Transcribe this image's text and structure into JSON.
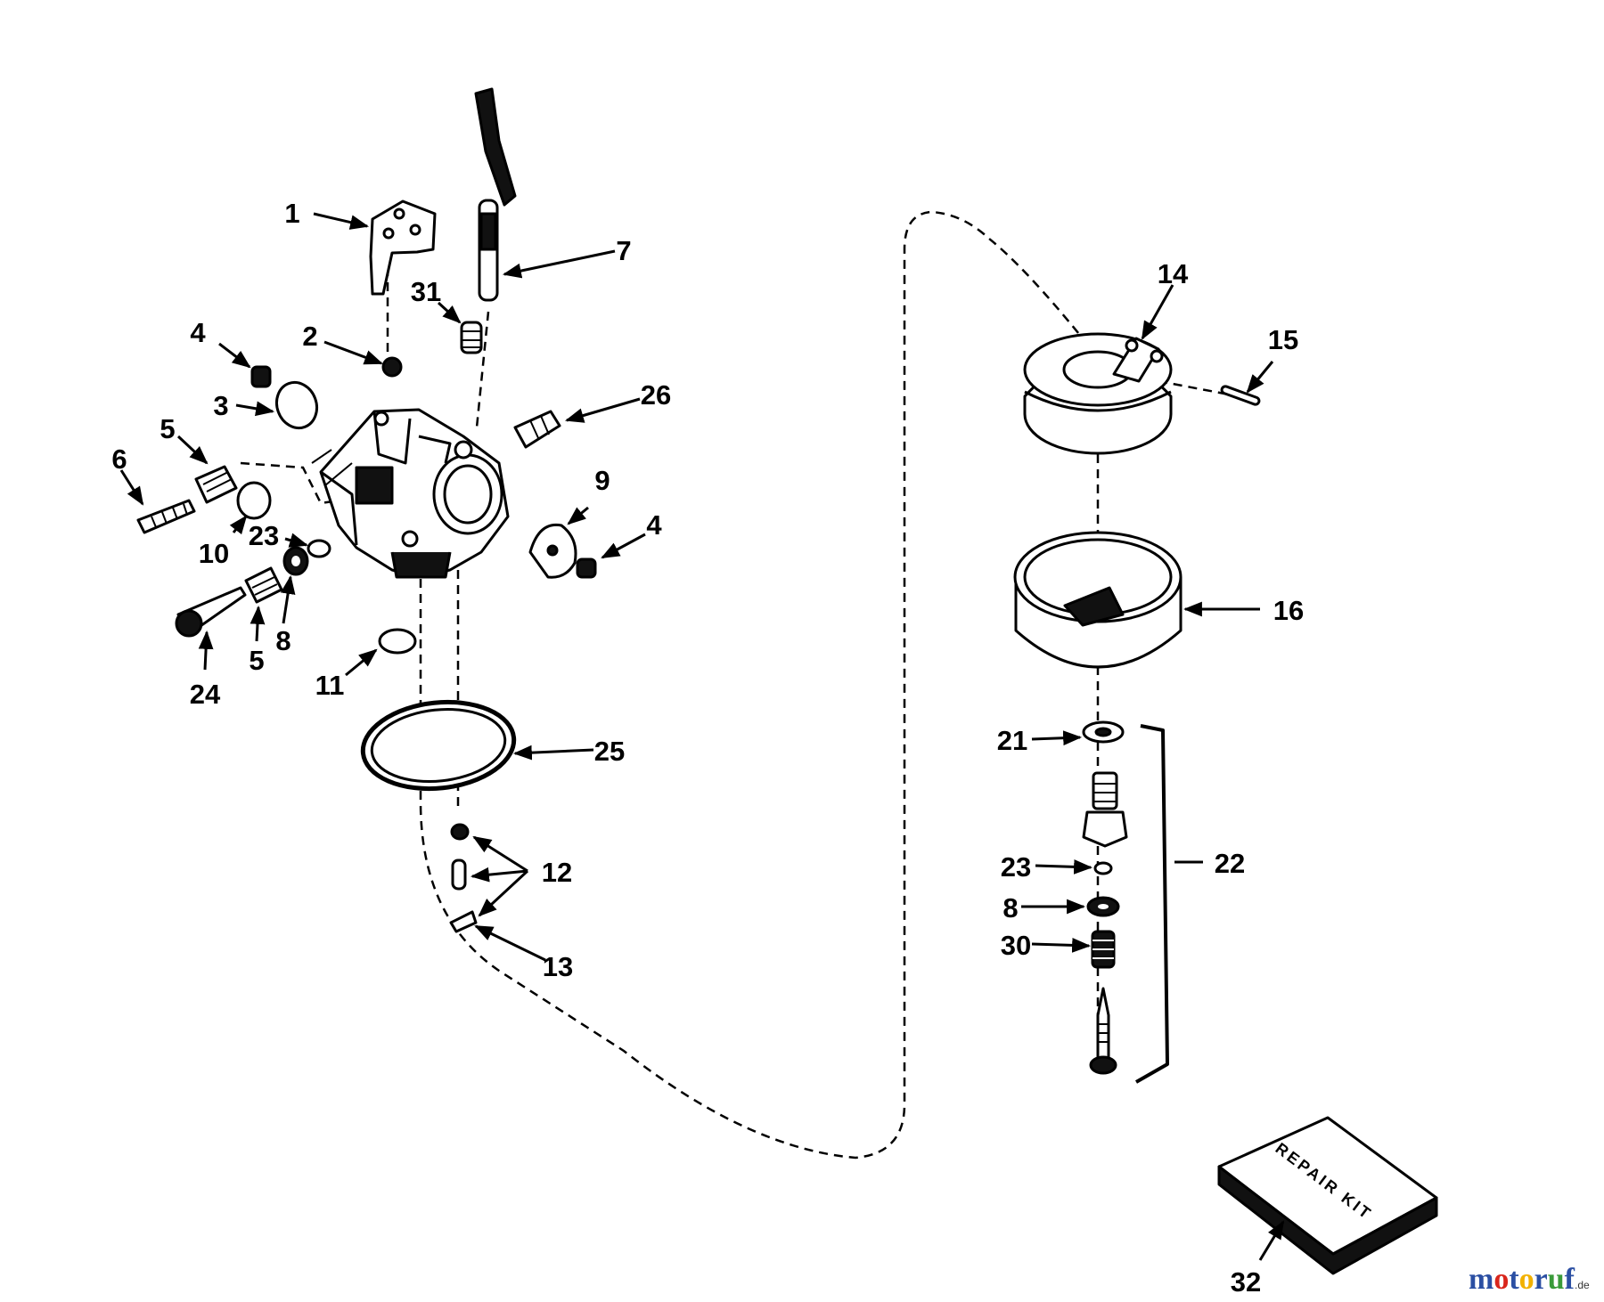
{
  "callouts": [
    {
      "id": "1",
      "text": "1"
    },
    {
      "id": "2",
      "text": "2"
    },
    {
      "id": "3",
      "text": "3"
    },
    {
      "id": "4a",
      "text": "4"
    },
    {
      "id": "4b",
      "text": "4"
    },
    {
      "id": "5a",
      "text": "5"
    },
    {
      "id": "5b",
      "text": "5"
    },
    {
      "id": "6",
      "text": "6"
    },
    {
      "id": "7",
      "text": "7"
    },
    {
      "id": "8a",
      "text": "8"
    },
    {
      "id": "8b",
      "text": "8"
    },
    {
      "id": "9",
      "text": "9"
    },
    {
      "id": "10",
      "text": "10"
    },
    {
      "id": "11",
      "text": "11"
    },
    {
      "id": "12",
      "text": "12"
    },
    {
      "id": "13",
      "text": "13"
    },
    {
      "id": "14",
      "text": "14"
    },
    {
      "id": "15",
      "text": "15"
    },
    {
      "id": "16",
      "text": "16"
    },
    {
      "id": "21",
      "text": "21"
    },
    {
      "id": "22",
      "text": "22"
    },
    {
      "id": "23a",
      "text": "23"
    },
    {
      "id": "23b",
      "text": "23"
    },
    {
      "id": "24",
      "text": "24"
    },
    {
      "id": "25",
      "text": "25"
    },
    {
      "id": "26",
      "text": "26"
    },
    {
      "id": "30",
      "text": "30"
    },
    {
      "id": "31",
      "text": "31"
    },
    {
      "id": "32",
      "text": "32"
    }
  ],
  "repair_kit_label": "REPAIR KIT",
  "watermark": {
    "letters": [
      "m",
      "o",
      "t",
      "o",
      "r",
      "u",
      "f"
    ],
    "colors": [
      "#2b4fa3",
      "#d9261c",
      "#2b4fa3",
      "#f2b100",
      "#2b4fa3",
      "#3a9b3a",
      "#2b4fa3"
    ],
    "suffix": ".de"
  },
  "ink_color": "#000000",
  "background_color": "#ffffff"
}
